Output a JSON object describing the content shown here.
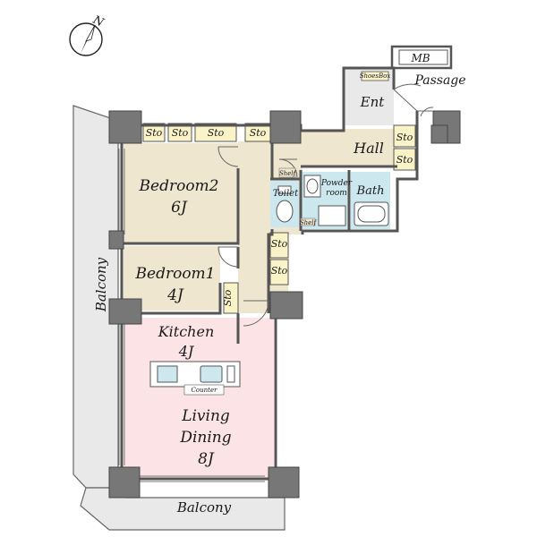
{
  "compass": {
    "north_label": "N"
  },
  "rooms": {
    "bedroom2": {
      "name": "Bedroom2",
      "size": "6J"
    },
    "bedroom1": {
      "name": "Bedroom1",
      "size": "4J"
    },
    "kitchen": {
      "name": "Kitchen",
      "size": "4J"
    },
    "living": {
      "line1": "Living",
      "line2": "Dining",
      "size": "8J"
    },
    "hall": {
      "name": "Hall"
    },
    "entrance": {
      "name": "Ent"
    },
    "toilet": {
      "name": "Toilet"
    },
    "powder": {
      "line1": "Powder",
      "line2": "room"
    },
    "bath": {
      "name": "Bath"
    },
    "mb": {
      "name": "MB"
    },
    "passage": {
      "name": "Passage"
    }
  },
  "balconies": {
    "west": "Balcony",
    "south": "Balcony"
  },
  "fixtures": {
    "storage": "Sto",
    "shelf": "Shelf",
    "shoes_box": "ShoesBox",
    "counter": "Counter"
  },
  "colors": {
    "bedroom_fill": "#efe6cf",
    "living_fill": "#fbe3e6",
    "wet_area_fill": "#cde7ef",
    "storage_fill": "#fbf3c8",
    "hall_fill": "#efe6cf",
    "balcony_fill": "#e9e9e9",
    "wall": "#555555",
    "pillar": "#777777"
  }
}
